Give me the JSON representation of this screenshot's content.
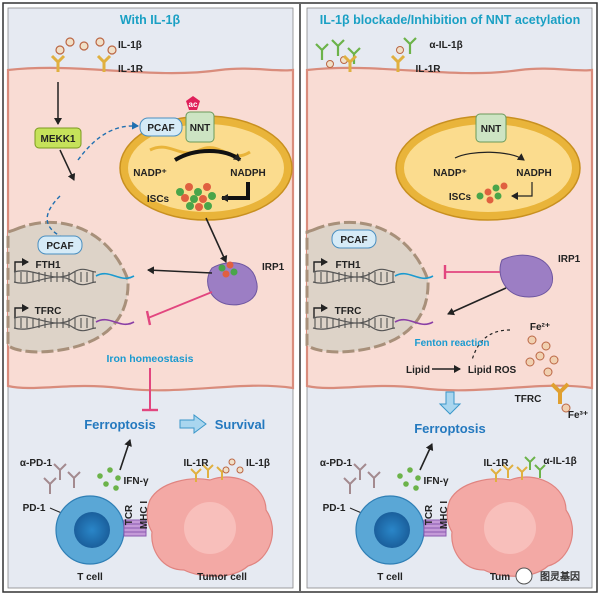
{
  "left_panel": {
    "title": "With IL-1β",
    "il1b": "IL-1β",
    "il1r": "IL-1R",
    "mekk1": "MEKK1",
    "pcaf_top": "PCAF",
    "ac": "ac",
    "nnt": "NNT",
    "nadp": "NADP⁺",
    "nadph": "NADPH",
    "iscs": "ISCs",
    "pcaf_nucleus": "PCAF",
    "irp1": "IRP1",
    "fth1": "FTH1",
    "tfrc": "TFRC",
    "iron_homeostasis": "Iron homeostasis",
    "ferroptosis": "Ferroptosis",
    "survival": "Survival",
    "apd1": "α-PD-1",
    "pd1": "PD-1",
    "ifng": "IFN-γ",
    "tcr": "TCR",
    "mhc": "MHC I",
    "il1r_tumor": "IL-1R",
    "il1b_tumor": "IL-1β",
    "tcell": "T cell",
    "tumor": "Tumor cell"
  },
  "right_panel": {
    "title": "IL-1β blockade/Inhibition of NNT acetylation",
    "ail1b": "α-IL-1β",
    "il1r": "IL-1R",
    "nnt": "NNT",
    "nadp": "NADP⁺",
    "nadph": "NADPH",
    "iscs": "ISCs",
    "pcaf": "PCAF",
    "irp1": "IRP1",
    "fth1": "FTH1",
    "tfrc": "TFRC",
    "fe2": "Fe²⁺",
    "fenton": "Fenton reaction",
    "lipid": "Lipid",
    "lipid_ros": "Lipid ROS",
    "tfrc_receptor": "TFRC",
    "fe3": "Fe³⁺",
    "ferroptosis": "Ferroptosis",
    "apd1": "α-PD-1",
    "pd1": "PD-1",
    "ifng": "IFN-γ",
    "tcr": "TCR",
    "mhc": "MHC I",
    "il1r_tumor": "IL-1R",
    "ail1b_tumor": "α-IL-1β",
    "tcell": "T cell",
    "tumor_partial": "Tum",
    "watermark": "图灵基因"
  },
  "colors": {
    "header_text": "#1aa0c4",
    "cytoplasm": "#f9dcd4",
    "membrane": "#d98c7c",
    "mito_outer": "#e9b43a",
    "mito_inner": "#fbdc8e",
    "nucleus": "#ddd3c8",
    "pcaf_box": "#d6ebf7",
    "nnt_box": "#cde4c3",
    "mekk1_box": "#c6e25a",
    "irp1": "#9c7ec4",
    "inhibit": "#e2467f",
    "tcell_outer": "#5aa7d6",
    "tcell_inner": "#1f6fb0",
    "tumor": "#f3a9a5"
  }
}
